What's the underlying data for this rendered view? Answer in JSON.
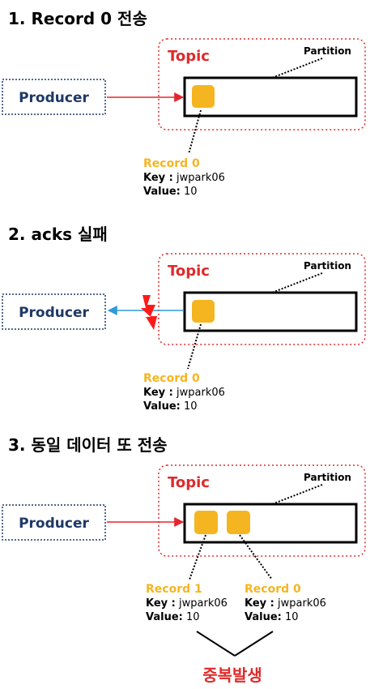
{
  "colors": {
    "topic_red": "#e02a2a",
    "producer_navy": "#1f3864",
    "record_yellow": "#f5b520",
    "ack_blue": "#2e9bd6",
    "send_red": "#e3262e"
  },
  "steps": [
    {
      "heading": "1. Record 0 전송",
      "producer": "Producer",
      "topic": "Topic",
      "partition": "Partition",
      "arrow": "send",
      "records": [
        {
          "title": "Record 0",
          "key_label": "Key :",
          "key_value": " jwpark06",
          "value_label": "Value:",
          "value_value": " 10"
        }
      ]
    },
    {
      "heading": "2. acks 실패",
      "producer": "Producer",
      "topic": "Topic",
      "partition": "Partition",
      "arrow": "ack-failed",
      "records": [
        {
          "title": "Record 0",
          "key_label": "Key :",
          "key_value": " jwpark06",
          "value_label": "Value:",
          "value_value": " 10"
        }
      ]
    },
    {
      "heading": "3. 동일 데이터 또 전송",
      "producer": "Producer",
      "topic": "Topic",
      "partition": "Partition",
      "arrow": "send",
      "records": [
        {
          "title": "Record 1",
          "key_label": "Key :",
          "key_value": " jwpark06",
          "value_label": "Value:",
          "value_value": " 10"
        },
        {
          "title": "Record 0",
          "key_label": "Key :",
          "key_value": " jwpark06",
          "value_label": "Value:",
          "value_value": " 10"
        }
      ]
    }
  ],
  "duplicate_label": "중복발생"
}
